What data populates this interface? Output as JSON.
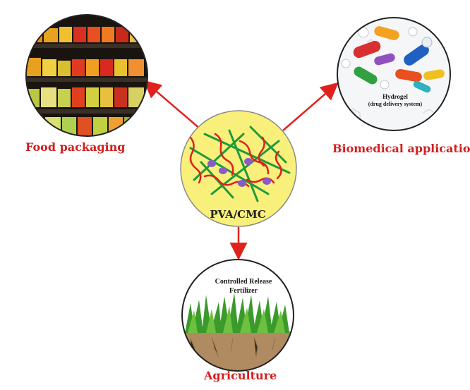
{
  "center": {
    "label": "PVA/CMC"
  },
  "applications": {
    "food": {
      "label": "Food packaging"
    },
    "biomedical": {
      "label": "Biomedical application",
      "inset_title": "Hydrogel",
      "inset_subtitle": "(drug delivery system)"
    },
    "agriculture": {
      "label": "Agriculture",
      "inset_line1": "Controlled Release",
      "inset_line2": "Fertilizer"
    }
  },
  "colors": {
    "arrow": "#e0221f",
    "center_fill": "#f8f07a",
    "label_text": "#d01f1f",
    "polymer_red": "#e02020",
    "polymer_green": "#1e9a3c",
    "crosslink": "#8a5ac8"
  }
}
